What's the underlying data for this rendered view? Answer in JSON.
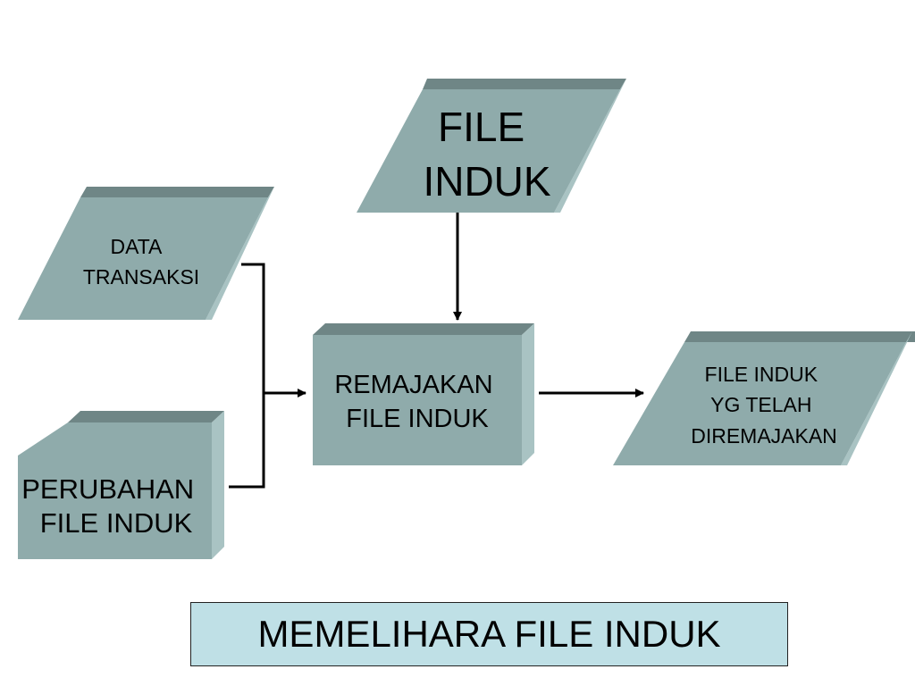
{
  "colors": {
    "shape_face": "#8fabab",
    "shape_top": "#6f8686",
    "shape_side": "#a9c3c3",
    "caption_fill": "#bfe0e6",
    "line": "#000000"
  },
  "nodes": {
    "file_induk": {
      "lines": [
        "FILE",
        "INDUK"
      ]
    },
    "data_transaksi": {
      "lines": [
        "DATA",
        "TRANSAKSI"
      ]
    },
    "perubahan_file_induk": {
      "lines": [
        "PERUBAHAN",
        "FILE INDUK"
      ]
    },
    "remajakan_file_induk": {
      "lines": [
        "REMAJAKAN",
        "FILE INDUK"
      ]
    },
    "file_induk_diremajakan": {
      "lines": [
        "FILE INDUK",
        "YG TELAH",
        "DIREMAJAKAN"
      ]
    }
  },
  "caption": "MEMELIHARA FILE INDUK"
}
